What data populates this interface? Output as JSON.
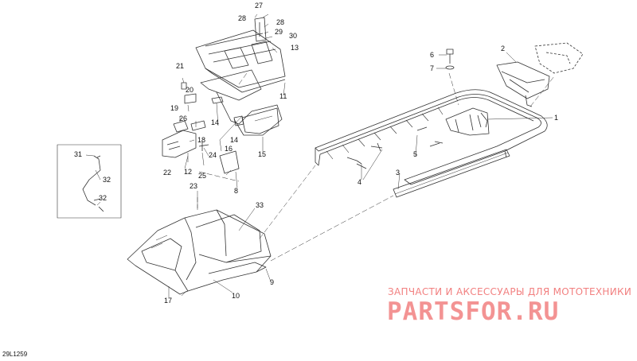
{
  "diagram": {
    "code": "29L1259",
    "watermark_text": "ЗАПЧАСТИ И АКСЕССУАРЫ ДЛЯ МОТОТЕХНИКИ",
    "watermark_logo": "PARTSFOR.RU",
    "callouts": {
      "c1": "1",
      "c2": "2",
      "c3": "3",
      "c4": "4",
      "c5": "5",
      "c6": "6",
      "c7": "7",
      "c8": "8",
      "c9": "9",
      "c10": "10",
      "c11": "11",
      "c12": "12",
      "c13": "13",
      "c14a": "14",
      "c14b": "14",
      "c15": "15",
      "c16": "16",
      "c17": "17",
      "c18": "18",
      "c19": "19",
      "c20": "20",
      "c21": "21",
      "c22": "22",
      "c23": "23",
      "c24": "24",
      "c25": "25",
      "c26": "26",
      "c27": "27",
      "c28a": "28",
      "c28b": "28",
      "c29": "29",
      "c30": "30",
      "c31": "31",
      "c32a": "32",
      "c32b": "32",
      "c33": "33"
    },
    "colors": {
      "line": "#333333",
      "watermark": "#ef6f6f"
    }
  }
}
